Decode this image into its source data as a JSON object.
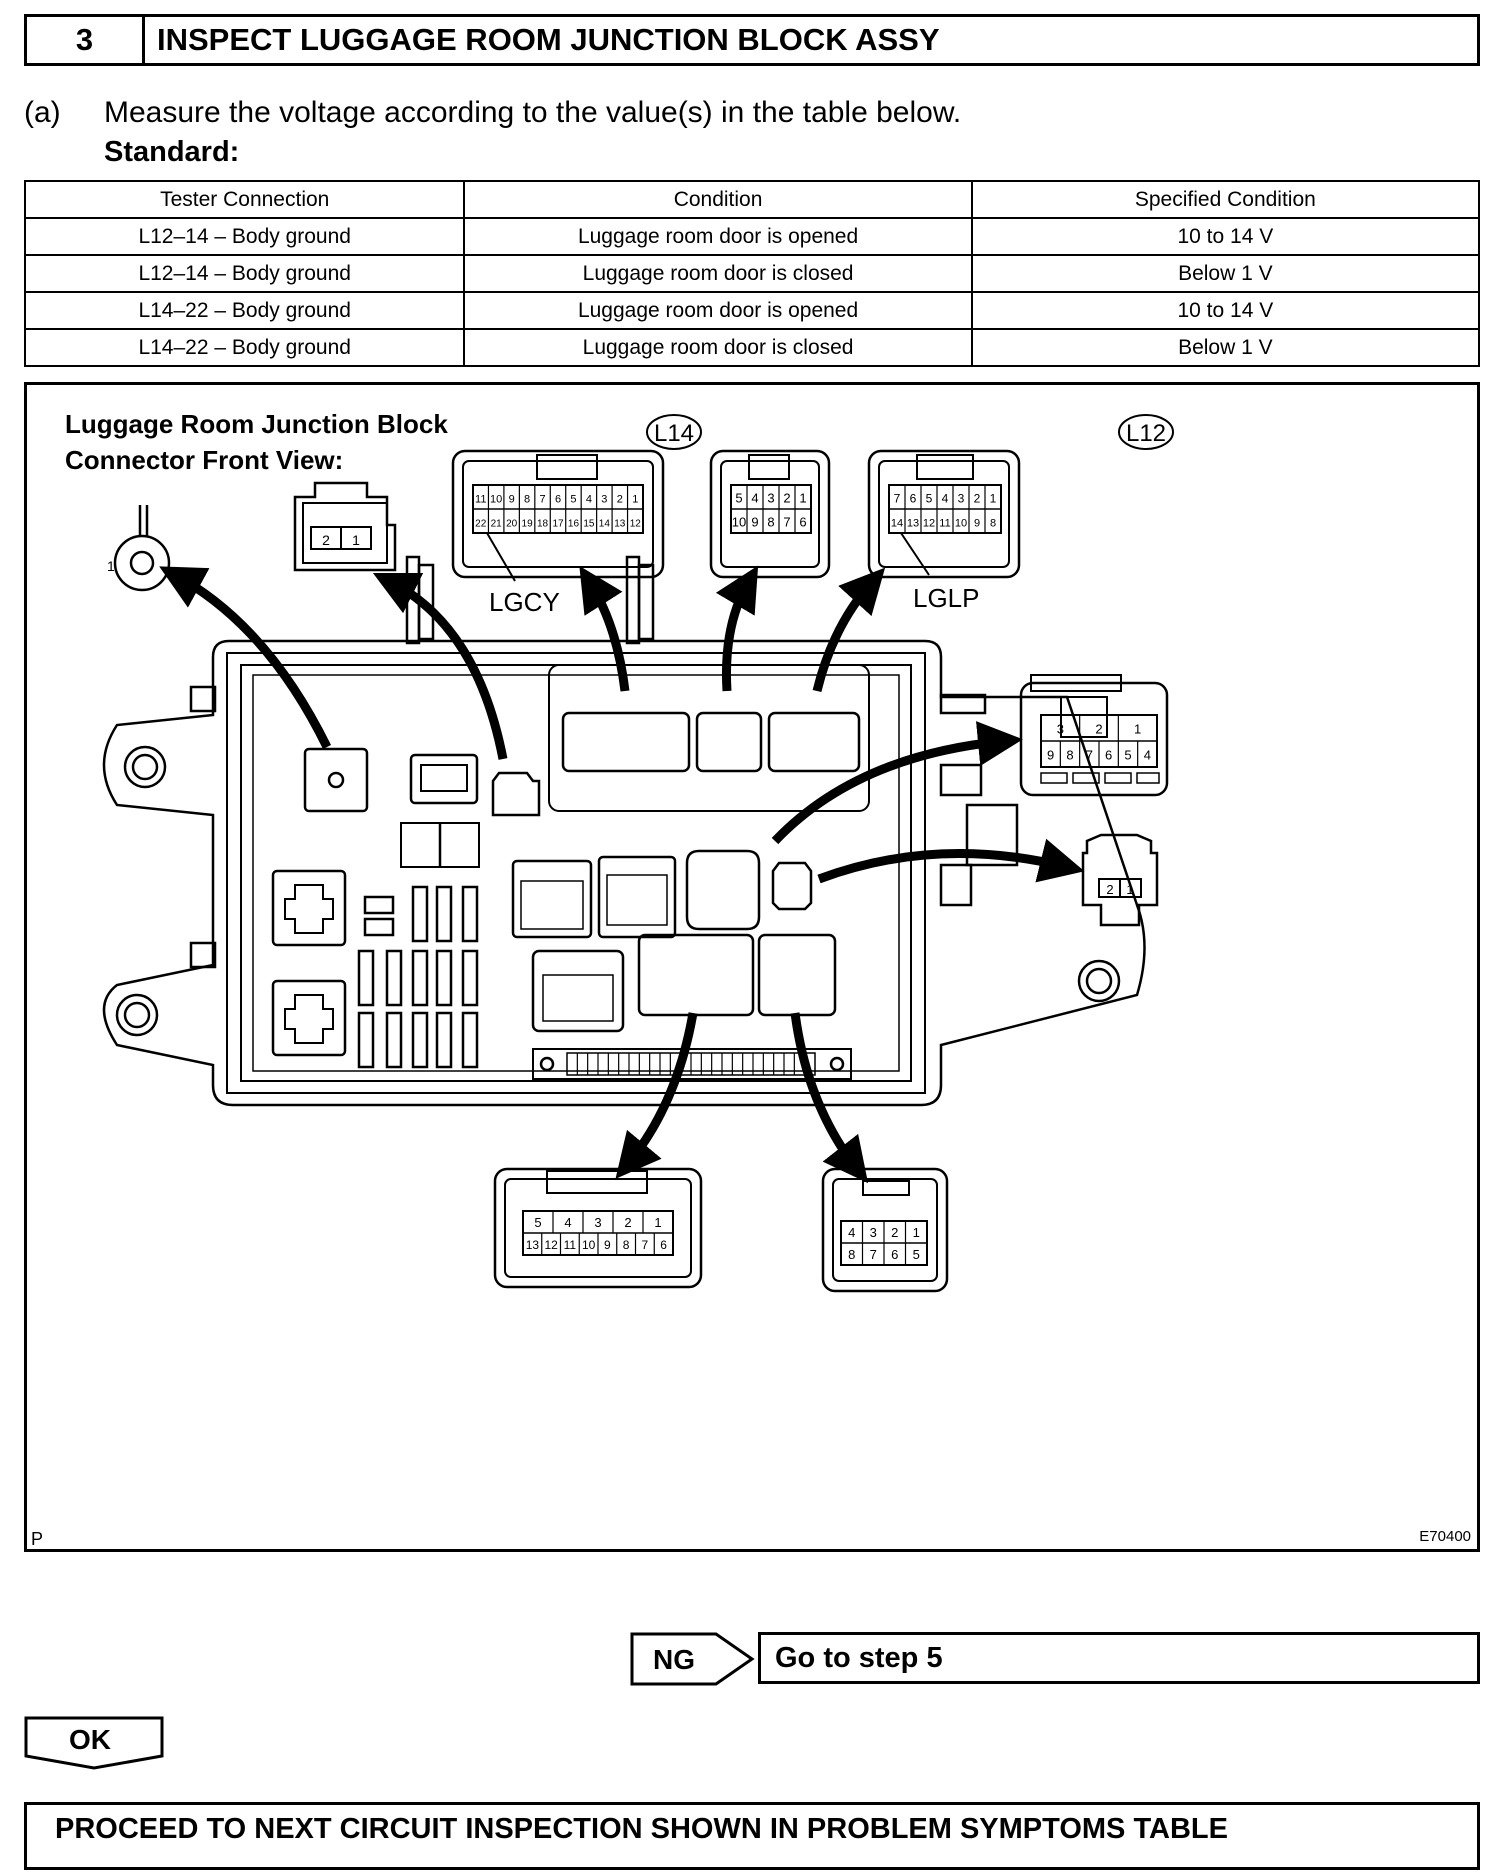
{
  "header": {
    "step_number": "3",
    "title": "INSPECT LUGGAGE ROOM JUNCTION BLOCK ASSY"
  },
  "instruction": {
    "label": "(a)",
    "text": "Measure the voltage according to the value(s) in the table below.",
    "standard": "Standard:"
  },
  "table": {
    "columns": [
      "Tester Connection",
      "Condition",
      "Specified Condition"
    ],
    "rows": [
      [
        "L12–14 – Body ground",
        "Luggage room door is opened",
        "10 to 14 V"
      ],
      [
        "L12–14 – Body ground",
        "Luggage room door is closed",
        "Below 1 V"
      ],
      [
        "L14–22 – Body ground",
        "Luggage room door is opened",
        "10 to 14 V"
      ],
      [
        "L14–22 – Body ground",
        "Luggage room door is closed",
        "Below 1 V"
      ]
    ]
  },
  "diagram": {
    "title_line1": "Luggage Room Junction Block",
    "title_line2": "Connector Front View:",
    "connector_l14": "L14",
    "connector_l12": "L12",
    "label_lgcy": "LGCY",
    "label_lglp": "LGLP",
    "ground_pin": "1",
    "corner_left": "P",
    "corner_right": "E70400",
    "pins": {
      "l14_top": [
        "11",
        "10",
        "9",
        "8",
        "7",
        "6",
        "5",
        "4",
        "3",
        "2",
        "1"
      ],
      "l14_bottom": [
        "22",
        "21",
        "20",
        "19",
        "18",
        "17",
        "16",
        "15",
        "14",
        "13",
        "12"
      ],
      "mid_top": [
        "5",
        "4",
        "3",
        "2",
        "1"
      ],
      "mid_bottom": [
        "10",
        "9",
        "8",
        "7",
        "6"
      ],
      "l12_top": [
        "7",
        "6",
        "5",
        "4",
        "3",
        "2",
        "1"
      ],
      "l12_bottom": [
        "14",
        "13",
        "12",
        "11",
        "10",
        "9",
        "8"
      ],
      "small2_a": [
        "2",
        "1"
      ],
      "right_top": [
        "3",
        "2",
        "1"
      ],
      "right_bottom": [
        "9",
        "8",
        "7",
        "6",
        "5",
        "4"
      ],
      "small2_b": [
        "2",
        "1"
      ],
      "bl_top": [
        "5",
        "4",
        "3",
        "2",
        "1"
      ],
      "bl_bottom": [
        "13",
        "12",
        "11",
        "10",
        "9",
        "8",
        "7",
        "6"
      ],
      "br_top": [
        "4",
        "3",
        "2",
        "1"
      ],
      "br_bottom": [
        "8",
        "7",
        "6",
        "5"
      ]
    }
  },
  "ng": {
    "label": "NG",
    "target": "Go to step 5"
  },
  "ok": {
    "label": "OK"
  },
  "final": {
    "text": "PROCEED TO NEXT CIRCUIT INSPECTION SHOWN IN PROBLEM SYMPTOMS TABLE"
  }
}
